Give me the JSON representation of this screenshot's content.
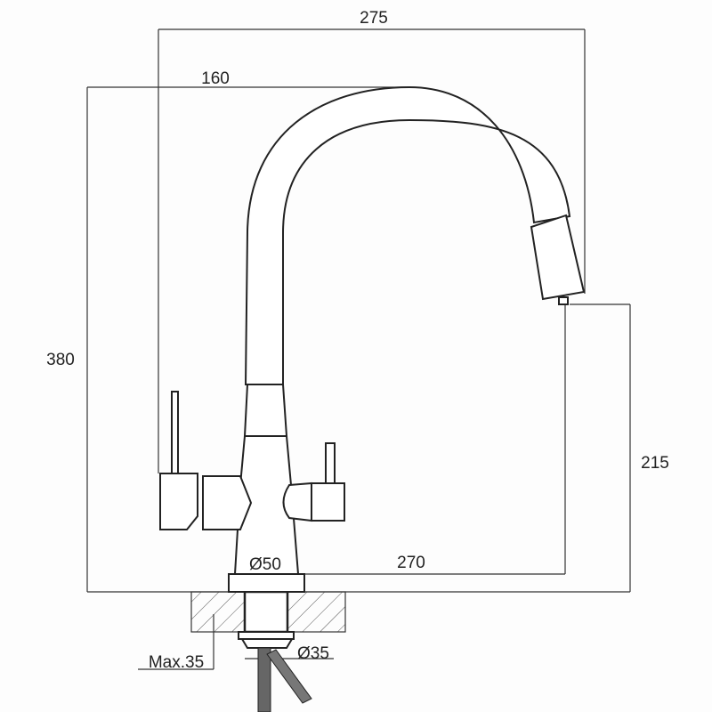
{
  "title": "Faucet dimension drawing",
  "dimensions": {
    "overall_reach": "275",
    "spout_reach_from_lever": "160",
    "overall_height": "380",
    "outlet_height": "215",
    "spout_reach_from_center": "270",
    "base_diameter": "Ø50",
    "shank_diameter": "Ø35",
    "max_counter_thickness": "Max.35"
  }
}
